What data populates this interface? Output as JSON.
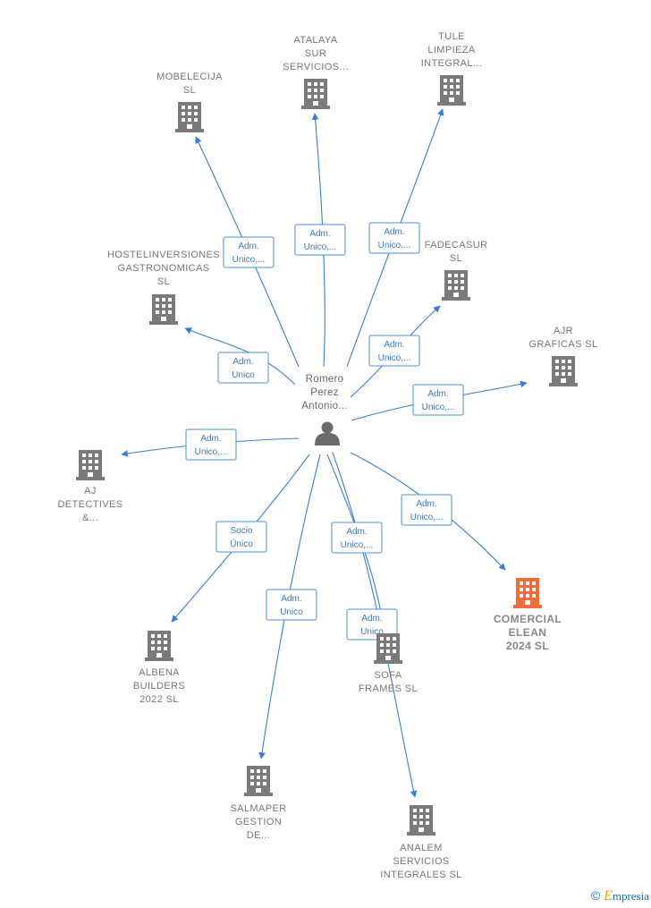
{
  "colors": {
    "building": "#7a7a7a",
    "highlight": "#f26b3a",
    "edge": "#3a7dd6",
    "person": "#6b6b6b"
  },
  "center": {
    "label_lines": [
      "Romero",
      "Perez",
      "Antonio..."
    ],
    "icon": "person-icon"
  },
  "nodes": [
    {
      "id": "mobelecija",
      "label_lines": [
        "MOBELECIJA",
        "SL"
      ],
      "icon": "building-icon",
      "highlight": false
    },
    {
      "id": "atalaya",
      "label_lines": [
        "ATALAYA",
        "SUR",
        "SERVICIOS..."
      ],
      "icon": "building-icon",
      "highlight": false
    },
    {
      "id": "tule",
      "label_lines": [
        "TULE",
        "LIMPIEZA",
        "INTEGRAL..."
      ],
      "icon": "building-icon",
      "highlight": false
    },
    {
      "id": "hostelinversiones",
      "label_lines": [
        "HOSTELINVERSIONES",
        "GASTRONOMICAS",
        "SL"
      ],
      "icon": "building-icon",
      "highlight": false
    },
    {
      "id": "fadecasur",
      "label_lines": [
        "FADECASUR",
        "SL"
      ],
      "icon": "building-icon",
      "highlight": false
    },
    {
      "id": "ajr",
      "label_lines": [
        "AJR",
        "GRAFICAS  SL"
      ],
      "icon": "building-icon",
      "highlight": false
    },
    {
      "id": "aj",
      "label_lines": [
        "AJ",
        "DETECTIVES",
        "&..."
      ],
      "icon": "building-icon",
      "highlight": false
    },
    {
      "id": "comercial",
      "label_lines": [
        "COMERCIAL",
        "ELEAN",
        "2024  SL"
      ],
      "icon": "building-icon",
      "highlight": true
    },
    {
      "id": "albena",
      "label_lines": [
        "ALBENA",
        "BUILDERS",
        "2022  SL"
      ],
      "icon": "building-icon",
      "highlight": false
    },
    {
      "id": "sofa",
      "label_lines": [
        "SOFA",
        "FRAMES  SL"
      ],
      "icon": "building-icon",
      "highlight": false
    },
    {
      "id": "salmaper",
      "label_lines": [
        "SALMAPER",
        "GESTION",
        "DE..."
      ],
      "icon": "building-icon",
      "highlight": false
    },
    {
      "id": "analem",
      "label_lines": [
        "ANALEM",
        "SERVICIOS",
        "INTEGRALES SL"
      ],
      "icon": "building-icon",
      "highlight": false
    }
  ],
  "edges": [
    {
      "to": "mobelecija",
      "label_lines": [
        "Adm.",
        "Unico,..."
      ]
    },
    {
      "to": "atalaya",
      "label_lines": [
        "Adm.",
        "Unico,..."
      ]
    },
    {
      "to": "tule",
      "label_lines": [
        "Adm.",
        "Unico,..."
      ]
    },
    {
      "to": "hostelinversiones",
      "label_lines": [
        "Adm.",
        "Unico"
      ]
    },
    {
      "to": "fadecasur",
      "label_lines": [
        "Adm.",
        "Unico,..."
      ]
    },
    {
      "to": "ajr",
      "label_lines": [
        "Adm.",
        "Unico,..."
      ]
    },
    {
      "to": "aj",
      "label_lines": [
        "Adm.",
        "Unico,..."
      ]
    },
    {
      "to": "comercial",
      "label_lines": [
        "Adm.",
        "Unico,..."
      ]
    },
    {
      "to": "albena",
      "label_lines": [
        "Socio",
        "Único"
      ]
    },
    {
      "to": "salmaper",
      "label_lines": [
        "Adm.",
        "Unico"
      ]
    },
    {
      "to": "analem",
      "label_lines": [
        "Adm.",
        "Unico,..."
      ]
    },
    {
      "to": "sofa",
      "label_lines": [
        "Adm.",
        "Unico"
      ]
    }
  ],
  "watermark": {
    "copyright": "©",
    "brand_first": "E",
    "brand_rest": "mpresia"
  }
}
